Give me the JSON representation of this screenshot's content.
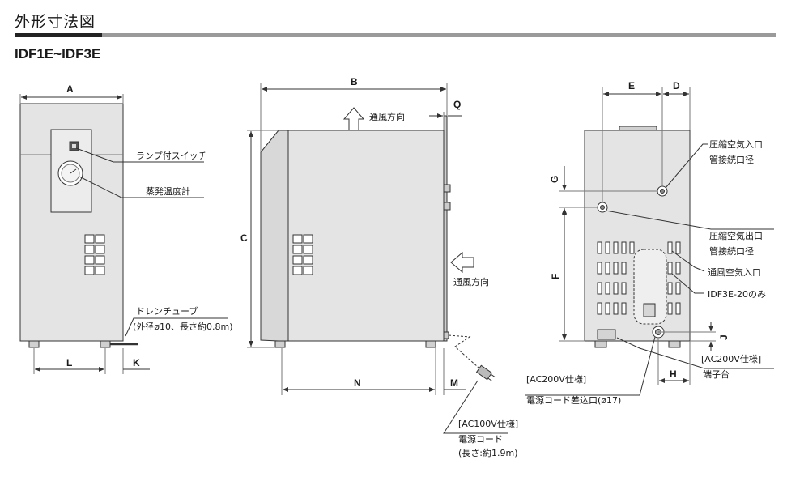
{
  "heading": "外形寸法図",
  "model": "IDF1E~IDF3E",
  "colors": {
    "body": "#e4e4e4",
    "line": "#333333",
    "rule": "#9a9a9a"
  },
  "dims": {
    "A": "A",
    "B": "B",
    "C": "C",
    "D": "D",
    "E": "E",
    "F": "F",
    "G": "G",
    "H": "H",
    "J": "J",
    "K": "K",
    "L": "L",
    "M": "M",
    "N": "N",
    "Q": "Q"
  },
  "labels": {
    "lamp_switch": "ランプ付スイッチ",
    "evap_gauge": "蒸発温度計",
    "drain_tube": "ドレンチューブ",
    "drain_tube_spec": "(外径ø10、長さ約0.8m)",
    "airflow_top": "通風方向",
    "airflow_side": "通風方向",
    "air_in": "圧縮空気入口",
    "air_in_conn": "管接続口径",
    "air_out": "圧縮空気出口",
    "air_out_conn": "管接続口径",
    "vent_in": "通風空気入口",
    "idf3e_only": "IDF3E-20のみ",
    "ac200_terminal_spec": "[AC200V仕様]",
    "terminal_block": "端子台",
    "ac200_inlet_spec": "[AC200V仕様]",
    "power_inlet": "電源コード差込口(ø17)",
    "ac100_spec": "[AC100V仕様]",
    "power_cord": "電源コード",
    "power_cord_length": "(長さ:約1.9m)"
  }
}
